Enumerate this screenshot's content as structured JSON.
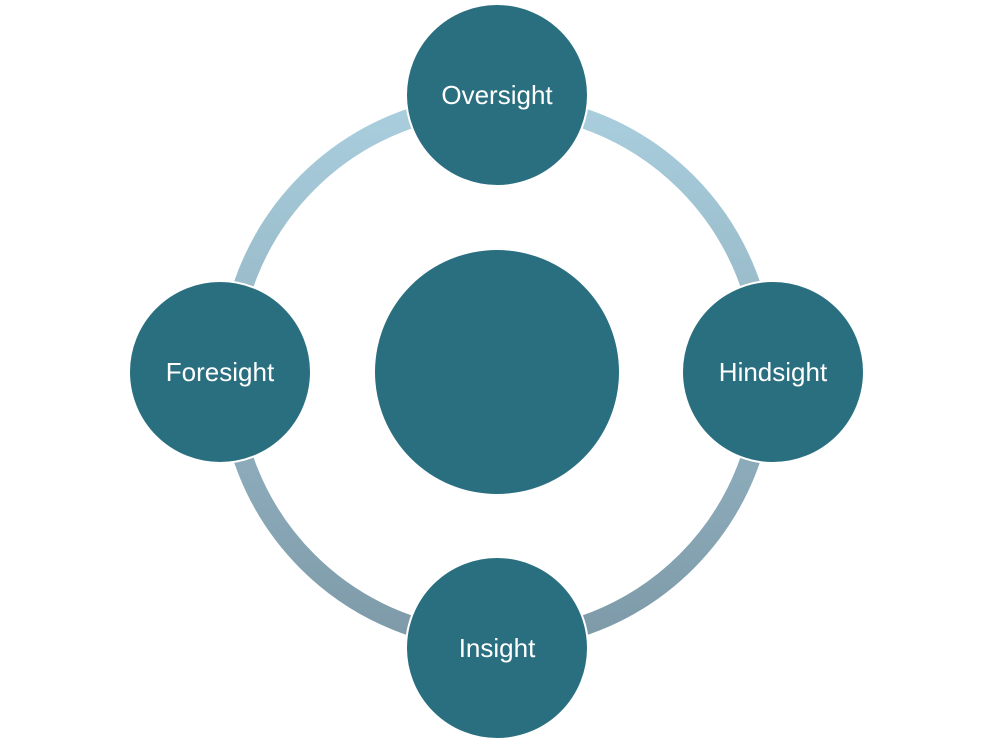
{
  "diagram": {
    "nodes": {
      "top": {
        "label": "Oversight"
      },
      "right": {
        "label": "Hindsight"
      },
      "bottom": {
        "label": "Insight"
      },
      "left": {
        "label": "Foresight"
      },
      "center": {
        "label": ""
      }
    }
  },
  "colors": {
    "node_fill": "#2A6F80",
    "ring_light": "#A9CEDD",
    "ring_dark": "#7E9AA9",
    "label_text": "#FFFFFF"
  }
}
